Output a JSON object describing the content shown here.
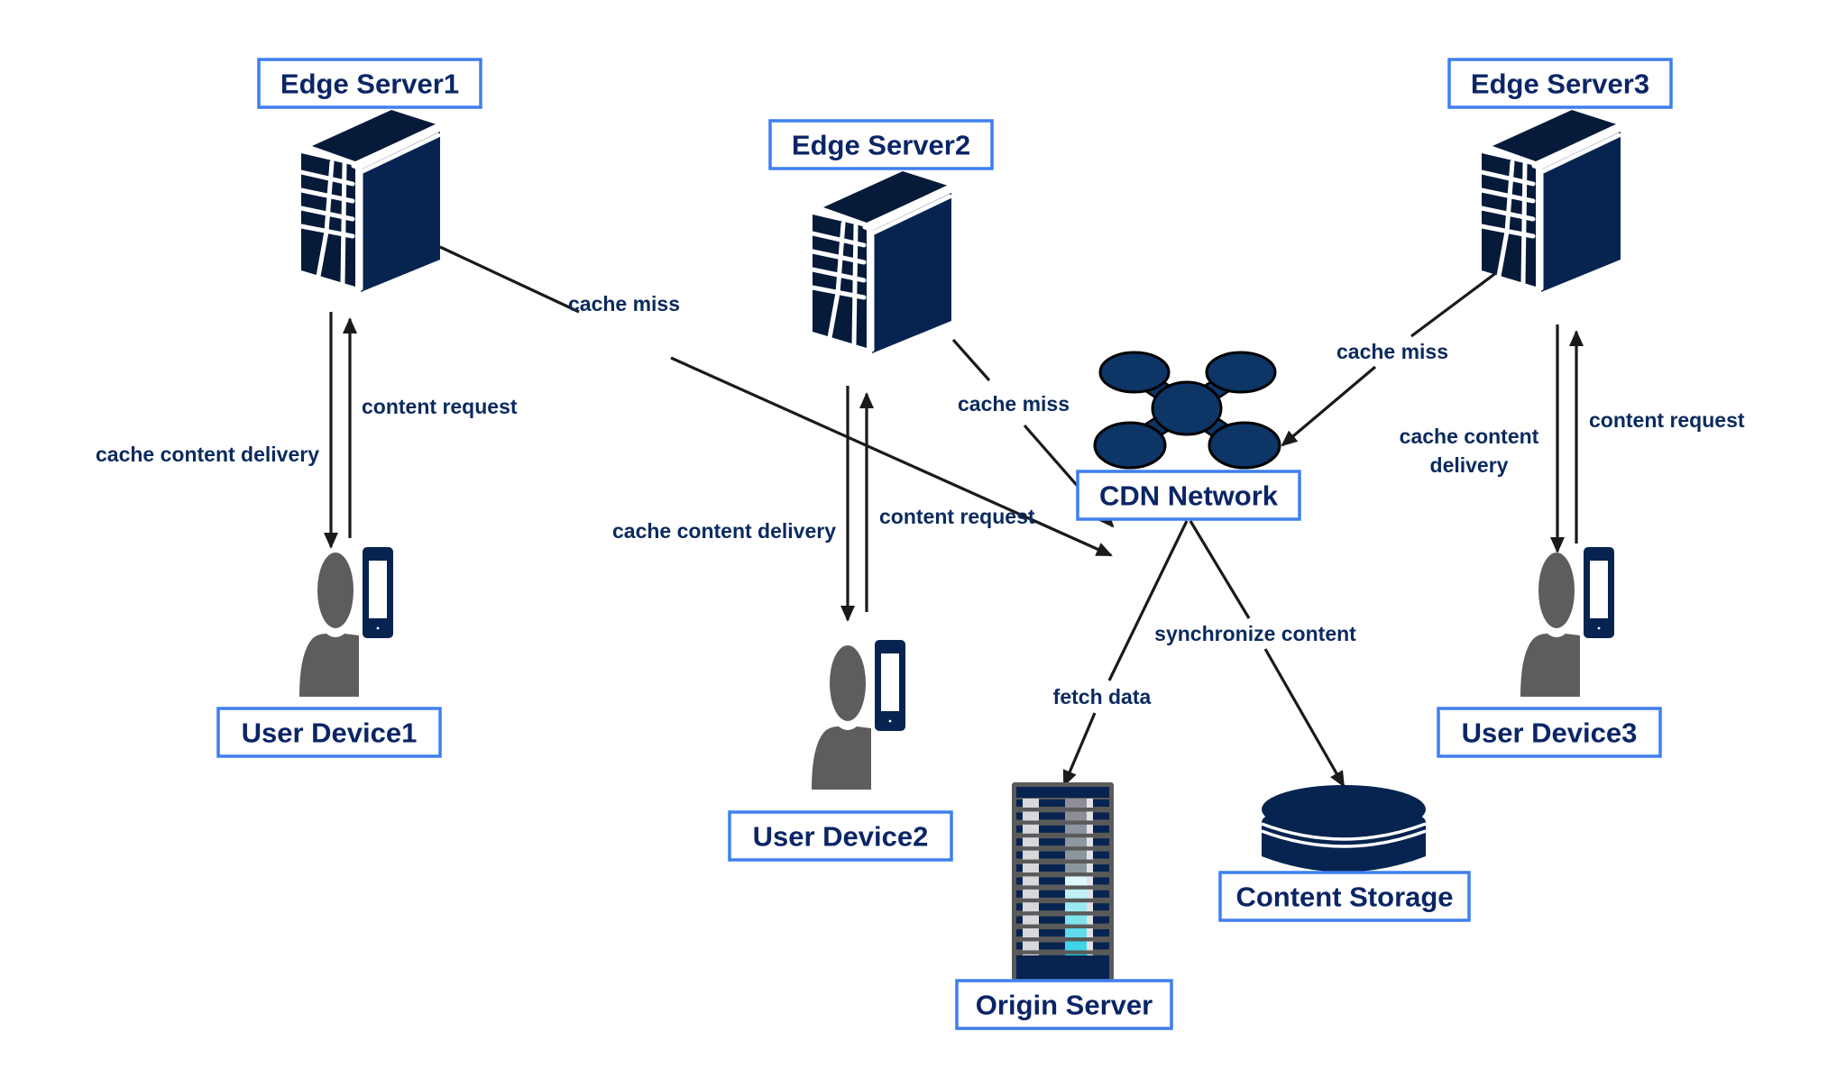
{
  "title": "CDN Architecture",
  "colors": {
    "label_text": "#0b2566",
    "label_border": "#3f7ff0",
    "icon_navy": "#06244f",
    "person_gray": "#5e5c5d",
    "arrow": "#1a1a1a"
  },
  "nodes": {
    "edge_server_1": {
      "label": "Edge Server1",
      "icon": "server-tower-icon"
    },
    "edge_server_2": {
      "label": "Edge Server2",
      "icon": "server-tower-icon"
    },
    "edge_server_3": {
      "label": "Edge Server3",
      "icon": "server-tower-icon"
    },
    "cdn_network": {
      "label": "CDN Network",
      "icon": "network-hub-icon"
    },
    "user_device_1": {
      "label": "User Device1",
      "icon": "user-with-phone-icon"
    },
    "user_device_2": {
      "label": "User Device2",
      "icon": "user-with-phone-icon"
    },
    "user_device_3": {
      "label": "User Device3",
      "icon": "user-with-phone-icon"
    },
    "origin_server": {
      "label": "Origin Server",
      "icon": "server-rack-icon"
    },
    "content_storage": {
      "label": "Content Storage",
      "icon": "database-cylinder-icon"
    }
  },
  "edges": {
    "es1_to_cdn": {
      "from": "Edge Server1",
      "to": "CDN Network",
      "label": "cache miss"
    },
    "es2_to_cdn": {
      "from": "Edge Server2",
      "to": "CDN Network",
      "label": "cache miss"
    },
    "es3_to_cdn": {
      "from": "Edge Server3",
      "to": "CDN Network",
      "label": "cache miss"
    },
    "es1_to_ud1": {
      "from": "Edge Server1",
      "to": "User Device1",
      "label": "cache content delivery"
    },
    "ud1_to_es1": {
      "from": "User Device1",
      "to": "Edge Server1",
      "label": "content request"
    },
    "es2_to_ud2": {
      "from": "Edge Server2",
      "to": "User Device2",
      "label": "cache content delivery"
    },
    "ud2_to_es2": {
      "from": "User Device2",
      "to": "Edge Server2",
      "label": "content request"
    },
    "es3_to_ud3": {
      "from": "Edge Server3",
      "to": "User Device3",
      "label_line1": "cache content",
      "label_line2": "delivery"
    },
    "ud3_to_es3": {
      "from": "User Device3",
      "to": "Edge Server3",
      "label": "content request"
    },
    "cdn_to_origin": {
      "from": "CDN Network",
      "to": "Origin Server",
      "label": "fetch data"
    },
    "cdn_to_storage": {
      "from": "CDN Network",
      "to": "Content Storage",
      "label": "synchronize content"
    }
  }
}
